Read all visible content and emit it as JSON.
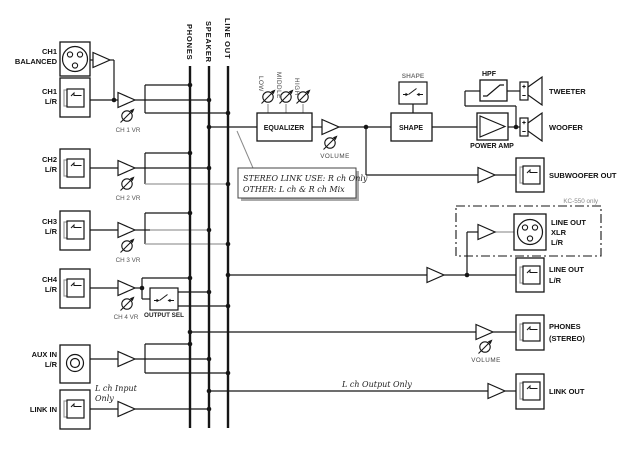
{
  "buses": {
    "phones": "PHONES",
    "speaker": "SPEAKER",
    "line_out": "LINE OUT"
  },
  "inputs": {
    "ch1_balanced": {
      "l1": "CH1",
      "l2": "BALANCED"
    },
    "ch1": {
      "l1": "CH1",
      "l2": "L/R",
      "vr": "CH 1 VR"
    },
    "ch2": {
      "l1": "CH2",
      "l2": "L/R",
      "vr": "CH 2 VR"
    },
    "ch3": {
      "l1": "CH3",
      "l2": "L/R",
      "vr": "CH 3 VR"
    },
    "ch4": {
      "l1": "CH4",
      "l2": "L/R",
      "vr": "CH 4 VR",
      "output_sel": "OUTPUT SEL"
    },
    "aux": {
      "l1": "AUX IN",
      "l2": "L/R"
    },
    "link_in": {
      "label": "LINK IN",
      "note1": "L ch Input",
      "note2": "Only"
    }
  },
  "eq": {
    "label": "EQUALIZER",
    "low": "LOW",
    "middle": "MIDDLE",
    "high": "HIGH",
    "volume": "VOLUME"
  },
  "shape": {
    "switch": "SHAPE",
    "block": "SHAPE"
  },
  "amp_section": {
    "hpf": "HPF",
    "power_amp": "POWER AMP",
    "tweeter": "TWEETER",
    "woofer": "WOOFER"
  },
  "callout": {
    "line1": "STEREO LINK USE: R ch Only",
    "line2": "OTHER: L ch & R ch Mix"
  },
  "outputs": {
    "kc550_note": "KC-550 only",
    "subwoofer": {
      "label": "SUBWOOFER OUT"
    },
    "xlr": {
      "l1": "LINE OUT",
      "l2": "XLR",
      "l3": "L/R"
    },
    "line_out": {
      "l1": "LINE OUT",
      "l2": "L/R"
    },
    "phones": {
      "l1": "PHONES",
      "l2": "(STEREO)",
      "volume": "VOLUME"
    },
    "link_out": {
      "label": "LINK OUT",
      "note": "L ch Output Only"
    }
  }
}
